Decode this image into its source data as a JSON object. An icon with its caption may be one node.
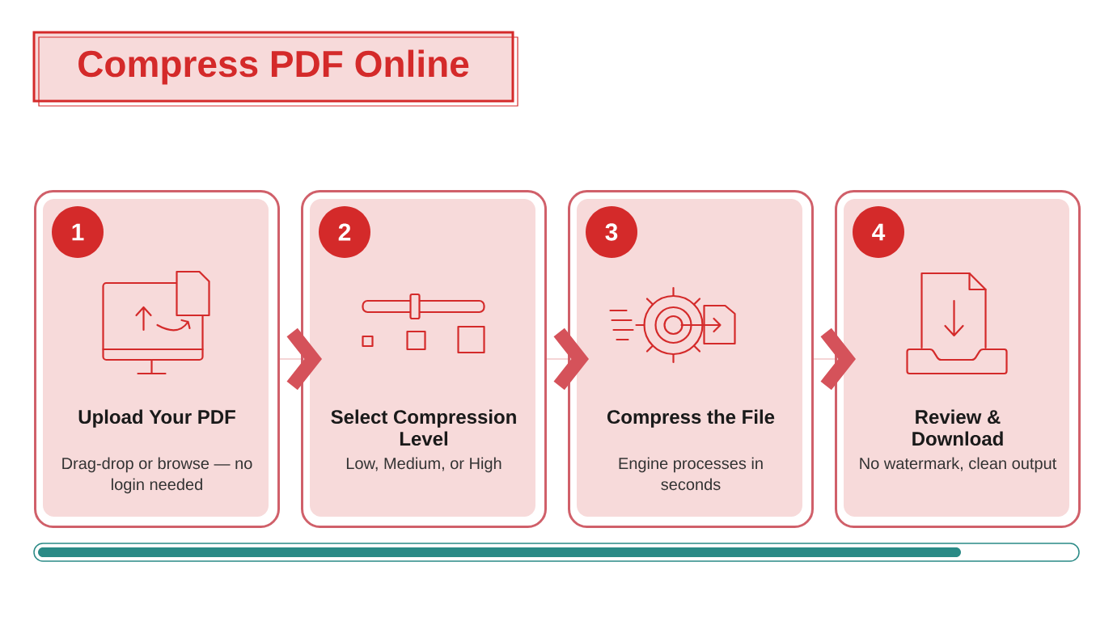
{
  "diagram": {
    "title": "Compress PDF Online",
    "nodes": [
      {
        "text": [
          "Upload Your PDF",
          "Drag-drop or browse — no login needed"
        ]
      },
      {
        "text": [
          "1"
        ],
        "in": 0
      },
      {
        "text": [
          "Select Compression Level",
          "Low, Medium, or High"
        ]
      },
      {
        "text": [
          "2"
        ],
        "in": 2
      },
      {
        "text": [
          "Compress the File",
          "Engine processes in seconds"
        ]
      },
      {
        "text": [
          "3"
        ],
        "in": 4
      },
      {
        "text": [
          "Review & Download",
          "No watermark, clean output"
        ]
      },
      {
        "text": [
          "4"
        ],
        "in": 6
      }
    ],
    "edges": [
      {
        "from": 0,
        "to": 2,
        "arrow": "to"
      },
      {
        "from": 2,
        "to": 4,
        "arrow": "to"
      },
      {
        "from": 4,
        "to": 6,
        "arrow": "to"
      }
    ]
  }
}
